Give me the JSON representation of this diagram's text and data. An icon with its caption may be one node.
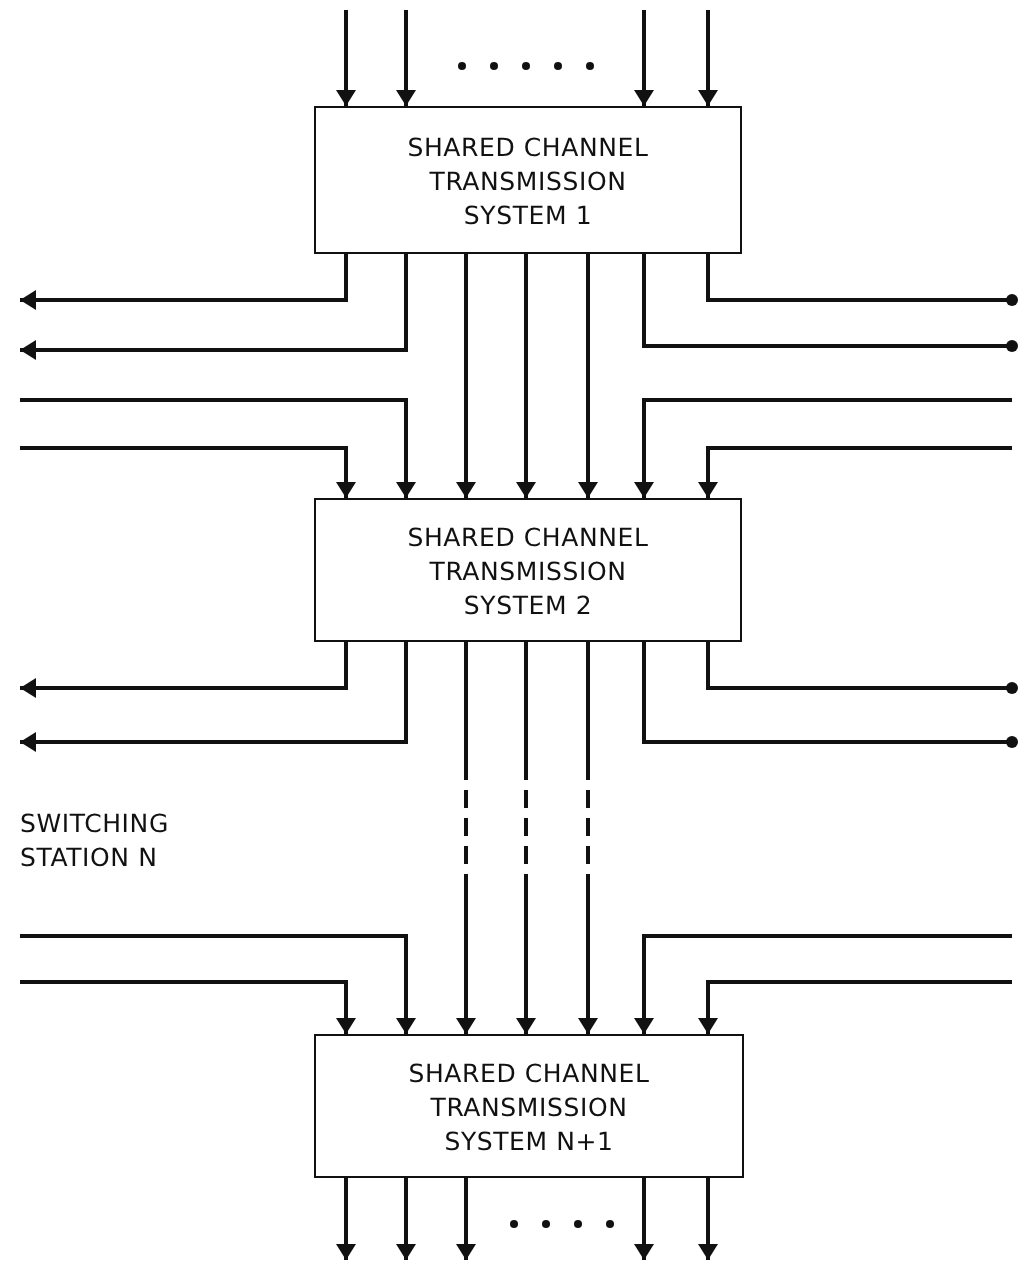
{
  "diagram": {
    "nodes": [
      {
        "text": [
          "SHARED CHANNEL TRANSMISSION SYSTEM 1"
        ]
      },
      {
        "text": [
          "SHARED CHANNEL TRANSMISSION SYSTEM 2"
        ]
      },
      {
        "text": [
          "SHARED CHANNEL TRANSMISSION SYSTEM N+1"
        ]
      }
    ],
    "edges": [
      {
        "from": null,
        "to": 0,
        "arrow": "to"
      },
      {
        "from": null,
        "to": 0,
        "arrow": "to"
      },
      {
        "from": null,
        "to": 0,
        "arrow": "to"
      },
      {
        "from": null,
        "to": 0,
        "arrow": "to"
      },
      {
        "from": 0,
        "to": null,
        "arrow": "to"
      },
      {
        "from": 0,
        "to": null,
        "arrow": "to"
      },
      {
        "from": 0,
        "to": null,
        "arrow": "other"
      },
      {
        "from": 0,
        "to": null,
        "arrow": "other"
      },
      {
        "from": 0,
        "to": 1,
        "arrow": "to"
      },
      {
        "from": 0,
        "to": 1,
        "arrow": "to"
      },
      {
        "from": 0,
        "to": 1,
        "arrow": "to"
      },
      {
        "from": null,
        "to": 1,
        "arrow": "to"
      },
      {
        "from": null,
        "to": 1,
        "arrow": "to"
      },
      {
        "from": null,
        "to": 1,
        "arrow": "to"
      },
      {
        "from": null,
        "to": 1,
        "arrow": "to"
      },
      {
        "from": 1,
        "to": null,
        "arrow": "to"
      },
      {
        "from": 1,
        "to": null,
        "arrow": "to"
      },
      {
        "from": 1,
        "to": null,
        "arrow": "other"
      },
      {
        "from": 1,
        "to": null,
        "arrow": "other"
      },
      {
        "from": 1,
        "to": 2,
        "arrow": "to",
        "style": "dashed"
      },
      {
        "from": 1,
        "to": 2,
        "arrow": "to",
        "style": "dashed"
      },
      {
        "from": 1,
        "to": 2,
        "arrow": "to",
        "style": "dashed"
      },
      {
        "from": null,
        "to": 2,
        "arrow": "to"
      },
      {
        "from": null,
        "to": 2,
        "arrow": "to"
      },
      {
        "from": null,
        "to": 2,
        "arrow": "to"
      },
      {
        "from": null,
        "to": 2,
        "arrow": "to"
      },
      {
        "from": 2,
        "to": null,
        "arrow": "to"
      },
      {
        "from": 2,
        "to": null,
        "arrow": "to"
      },
      {
        "from": 2,
        "to": null,
        "arrow": "to"
      },
      {
        "from": 2,
        "to": null,
        "arrow": "to"
      },
      {
        "from": 2,
        "to": null,
        "arrow": "to"
      }
    ],
    "labels": [
      "SWITCHING STATION N"
    ]
  }
}
